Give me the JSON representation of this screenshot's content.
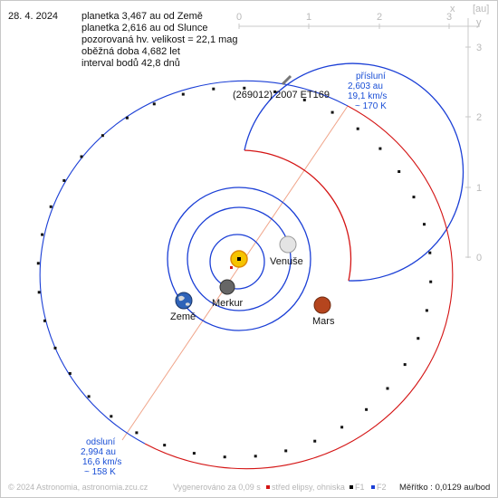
{
  "date": "28. 4. 2024",
  "info": {
    "line1": "planetka 3,467 au od Země",
    "line2": "planetka 2,616 au od Slunce",
    "line3": "pozorovaná hv. velikost = 22,1 mag",
    "line4": "oběžná doba 4,682 let",
    "line5": "interval bodů 42,8 dnů"
  },
  "axes": {
    "top_ticks": [
      "0",
      "1",
      "2",
      "3"
    ],
    "right_ticks": [
      "0",
      "1",
      "2",
      "3"
    ],
    "x_label": "x",
    "y_label": "y",
    "unit": "[au]"
  },
  "asteroid_name": "(269012) 2007 ET169",
  "perihelion": {
    "title": "přísluní",
    "dist": "2,603 au",
    "speed": "19,1 km/s",
    "temp": "~ 170 K"
  },
  "aphelion": {
    "title": "odsluní",
    "dist": "2,994 au",
    "speed": "16,6 km/s",
    "temp": "~ 158 K"
  },
  "planets": {
    "venus": "Venuše",
    "mercury": "Merkur",
    "earth": "Země",
    "mars": "Mars"
  },
  "footer": {
    "copyright": "© 2024 Astronomia, astronomia.zcu.cz",
    "generated": "Vygenerováno za 0,09 s",
    "legend_center": "střed elipsy, ohniska",
    "legend_f1": "F1",
    "legend_f2": "F2",
    "scale": "Měřítko : 0,0129 au/bod"
  },
  "colors": {
    "orbit_blue": "#1b3fd6",
    "orbit_red": "#d41414",
    "apsides_line": "#f0a58a",
    "sun": "#f5c400",
    "axis_gray": "#b9b9b9"
  }
}
